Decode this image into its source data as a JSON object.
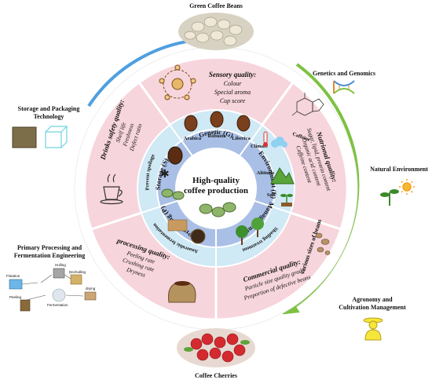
{
  "outer_labels": {
    "top": "Green Coffee Beans",
    "genetics": "Genetics and Genomics",
    "environment": "Natural Environment",
    "agronomy": [
      "Agronomy and",
      "Cultivation Management"
    ],
    "bottom": "Coffee Cherries",
    "processing": [
      "Primary Processing and",
      "Fermentation Engineering"
    ],
    "storage": [
      "Storage and Packaging",
      "Technology"
    ]
  },
  "processing_steps": {
    "flotation": "Flotation",
    "hulling": "Hulling",
    "peeling": "Peeling",
    "dehulling": "Dechulling",
    "fermentation": "Fermentation",
    "drying": "drying"
  },
  "quality_sectors": {
    "sensory": {
      "title": "Sensory quality:",
      "items": [
        "Colour",
        "Special aroma",
        "Cup  score"
      ]
    },
    "nutritional": {
      "title": "Nutrional quality:",
      "items": [
        "Sugar, lipid, protein content",
        "Organic acid content",
        "Caffeine content"
      ]
    },
    "commercial": {
      "title": "Commercial quality:",
      "items": [
        "Particle size quality grade",
        "Proportion of defective beans"
      ]
    },
    "processing": {
      "title": "processing quality:",
      "items": [
        "Peeling rate",
        "Crushing rate",
        "Dryness"
      ]
    },
    "drinks_safety": {
      "title": "Drinks safety quality:",
      "items": [
        "Shelf life",
        "Freshness",
        "Defect ratio"
      ]
    }
  },
  "caffeine_label": "Caffeine",
  "bean_sizes_label": "various sizes of beans",
  "inner_ring": {
    "genetic": "Genetic (G)",
    "environment": "Environment (E)",
    "management": "Management (M)",
    "processing": "Processing (P)",
    "storage": "Storage (S)"
  },
  "varieties": [
    "Arabica",
    "Robusta",
    "Liberica"
  ],
  "env_factors": [
    "Climate",
    "Altitude",
    "Soil"
  ],
  "shading_label": "Shading treatment",
  "anaerobic_label": "Anaerobic fermentation",
  "spoilage_label": "Prevent spoilage",
  "center": [
    "High-quality",
    "coffee production"
  ],
  "colors": {
    "outer_ring": "#ffffff",
    "pink_sector": "#f7d5dc",
    "light_blue": "#cfe9f5",
    "mid_blue": "#a9bfe6",
    "center": "#ffffff",
    "arrow_blue": "#4f9fe0",
    "arrow_green": "#7dc242",
    "text_dark": "#111111"
  }
}
